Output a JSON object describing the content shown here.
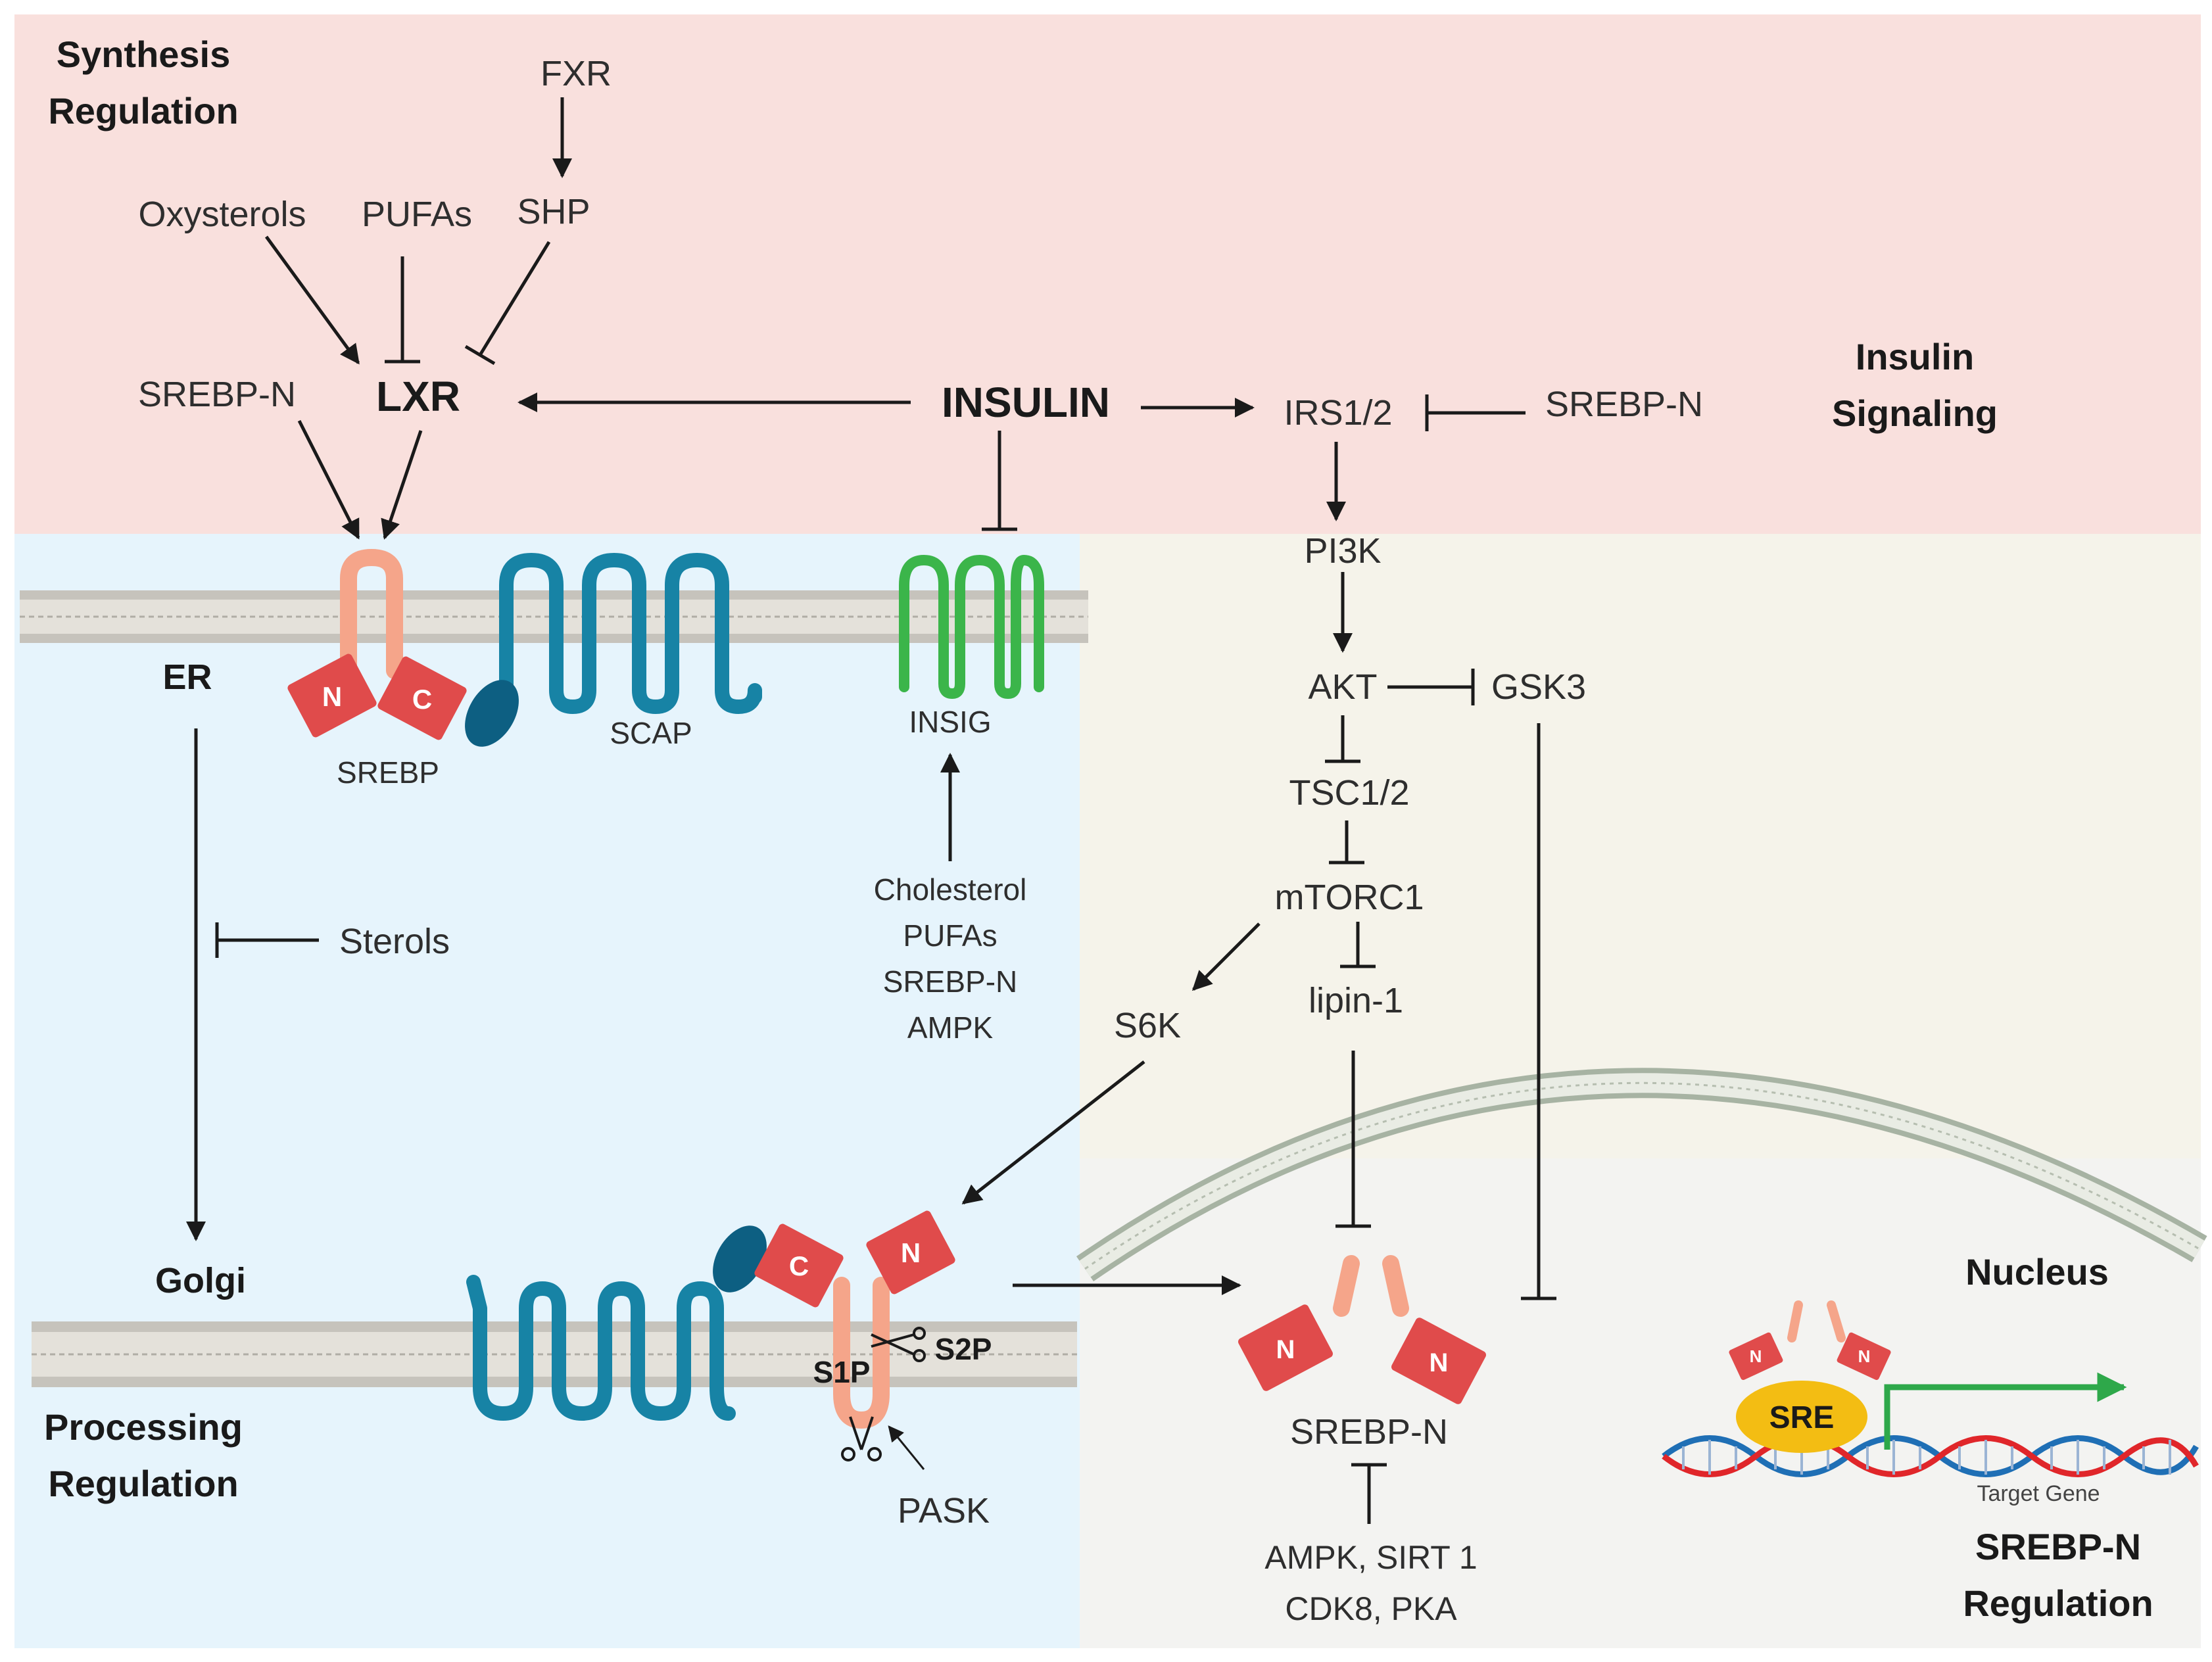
{
  "sections": {
    "synthesis": [
      "Synthesis",
      "Regulation"
    ],
    "insulin_signaling": [
      "Insulin",
      "Signaling"
    ],
    "processing": [
      "Processing",
      "Regulation"
    ],
    "srebp_n_regulation": [
      "SREBP-N",
      "Regulation"
    ],
    "nucleus": "Nucleus"
  },
  "labels": {
    "fxr": "FXR",
    "shp": "SHP",
    "oxysterols": "Oxysterols",
    "pufas": "PUFAs",
    "lxr": "LXR",
    "srebp_n_top": "SREBP-N",
    "insulin": "INSULIN",
    "irs": "IRS1/2",
    "srebp_n_irs": "SREBP-N",
    "pi3k": "PI3K",
    "akt": "AKT",
    "gsk3": "GSK3",
    "tsc": "TSC1/2",
    "mtorc1": "mTORC1",
    "lipin": "lipin-1",
    "s6k": "S6K",
    "er": "ER",
    "golgi": "Golgi",
    "sterols": "Sterols",
    "srebp": "SREBP",
    "scap": "SCAP",
    "insig": "INSIG",
    "pask": "PASK",
    "s1p": "S1P",
    "s2p": "S2P",
    "srebp_n_bottom": "SREBP-N",
    "sre": "SRE",
    "target_gene": "Target Gene",
    "n": "N",
    "c": "C"
  },
  "insig_regulators": [
    "Cholesterol",
    "PUFAs",
    "SREBP-N",
    "AMPK"
  ],
  "srebp_n_inhibitors": [
    "AMPK, SIRT 1",
    "CDK8, PKA"
  ],
  "colors": {
    "synthesis_bg": "#f9e0dd",
    "processing_bg": "#e6f4fc",
    "signaling_bg": "#f5f3ea",
    "nucleus_bg": "#f3f3f1",
    "srebp_red": "#e04b4b",
    "srebp_loop": "#f5a58a",
    "scap_blue": "#1783a5",
    "scap_dark": "#0d5f82",
    "insig_green": "#3bb54a",
    "sre_yellow": "#f3bd13",
    "dna_red": "#e0262a",
    "dna_blue": "#1f6fb5",
    "arrow_green": "#2ea84a"
  }
}
